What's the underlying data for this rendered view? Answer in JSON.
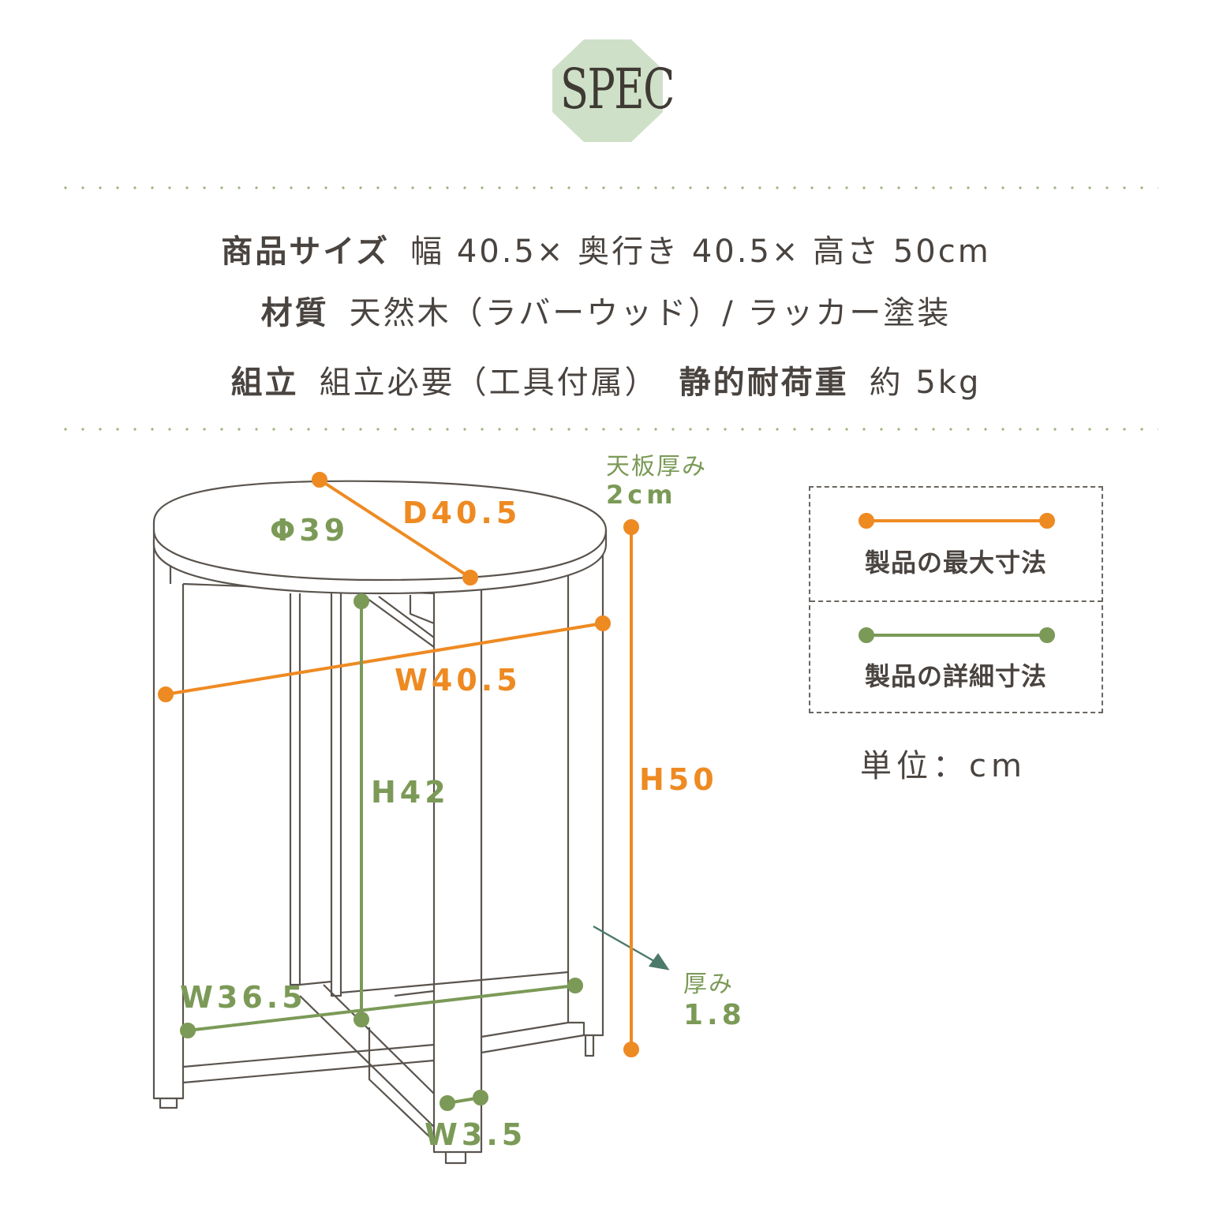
{
  "badge": {
    "title": "SPEC",
    "color": "#cfe0c8"
  },
  "specs": {
    "size_label": "商品サイズ",
    "size_value": "幅 40.5× 奥行き 40.5× 高さ 50cm",
    "material_label": "材質",
    "material_value": "天然木（ラバーウッド）/ ラッカー塗装",
    "assembly_label": "組立",
    "assembly_value": "組立必要（工具付属）",
    "load_label": "静的耐荷重",
    "load_value": "約 5kg"
  },
  "diagram": {
    "top_thickness_label": "天板厚み",
    "top_thickness_value": "2cm",
    "diameter": "Φ39",
    "depth_max": "D40.5",
    "width_max": "W40.5",
    "height_max": "H50",
    "height_inner": "H42",
    "width_base": "W36.5",
    "frame_thickness_label": "厚み",
    "frame_thickness_value": "1.8",
    "leg_width": "W3.5"
  },
  "legend": {
    "max_label": "製品の最大寸法",
    "detail_label": "製品の詳細寸法",
    "unit": "単位：cm",
    "orange": "#ee8a22",
    "green": "#7b9a57"
  }
}
